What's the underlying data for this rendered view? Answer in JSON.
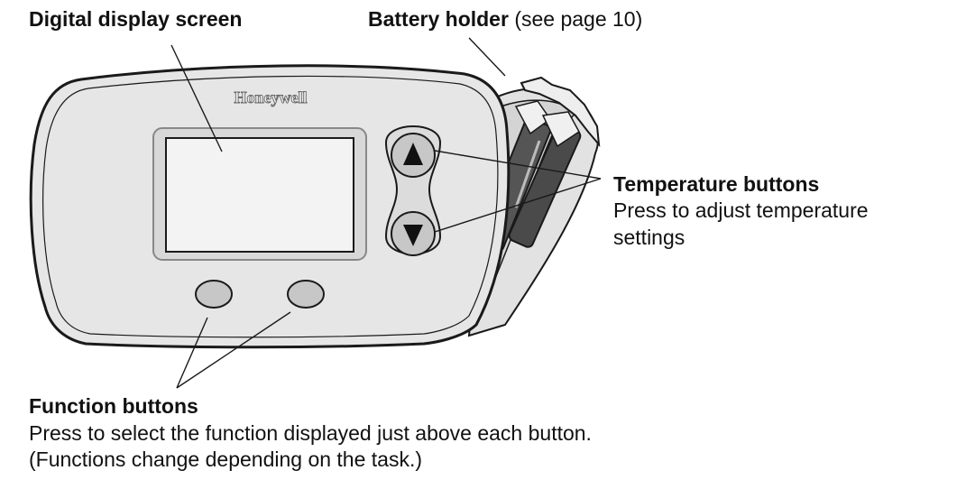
{
  "labels": {
    "display": {
      "title": "Digital display screen"
    },
    "battery": {
      "title": "Battery holder",
      "note": "(see page 10)"
    },
    "temperature": {
      "title": "Temperature buttons",
      "line1": "Press to adjust temperature",
      "line2": "settings"
    },
    "function": {
      "title": "Function buttons",
      "line1": "Press to select the function displayed just above each button.",
      "line2": "(Functions change depending on the task.)"
    }
  },
  "device": {
    "brand": "Honeywell",
    "up_arrow_icon": "triangle-up",
    "down_arrow_icon": "triangle-down"
  },
  "colors": {
    "body_fill": "#e6e6e6",
    "button_fill": "#c7c7c7",
    "outline": "#1a1a1a"
  }
}
